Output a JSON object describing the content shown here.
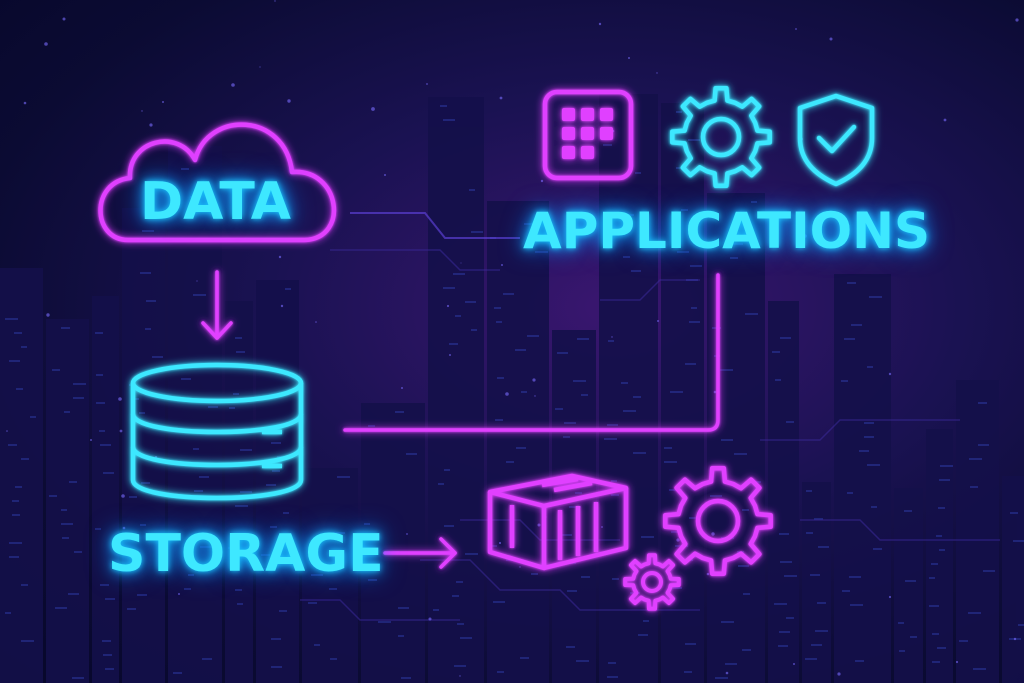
{
  "diagram": {
    "nodes": {
      "data": {
        "label": "DATA",
        "icon": "cloud-icon"
      },
      "applications": {
        "label": "APPLICATIONS",
        "icons": [
          "app-grid-icon",
          "gear-icon",
          "shield-check-icon"
        ]
      },
      "storage": {
        "label": "STORAGE",
        "icon": "database-icon"
      },
      "deployment": {
        "icons": [
          "container-box-icon",
          "large-gear-icon",
          "small-gear-icon"
        ]
      }
    },
    "edges": [
      {
        "from": "data",
        "to": "storage",
        "style": "arrow"
      },
      {
        "from": "storage",
        "to": "applications",
        "style": "line"
      },
      {
        "from": "storage",
        "to": "deployment",
        "style": "arrow"
      }
    ]
  },
  "colors": {
    "cyan": "#3ee8ff",
    "magenta": "#e040ff",
    "background": "#0b0b33"
  }
}
